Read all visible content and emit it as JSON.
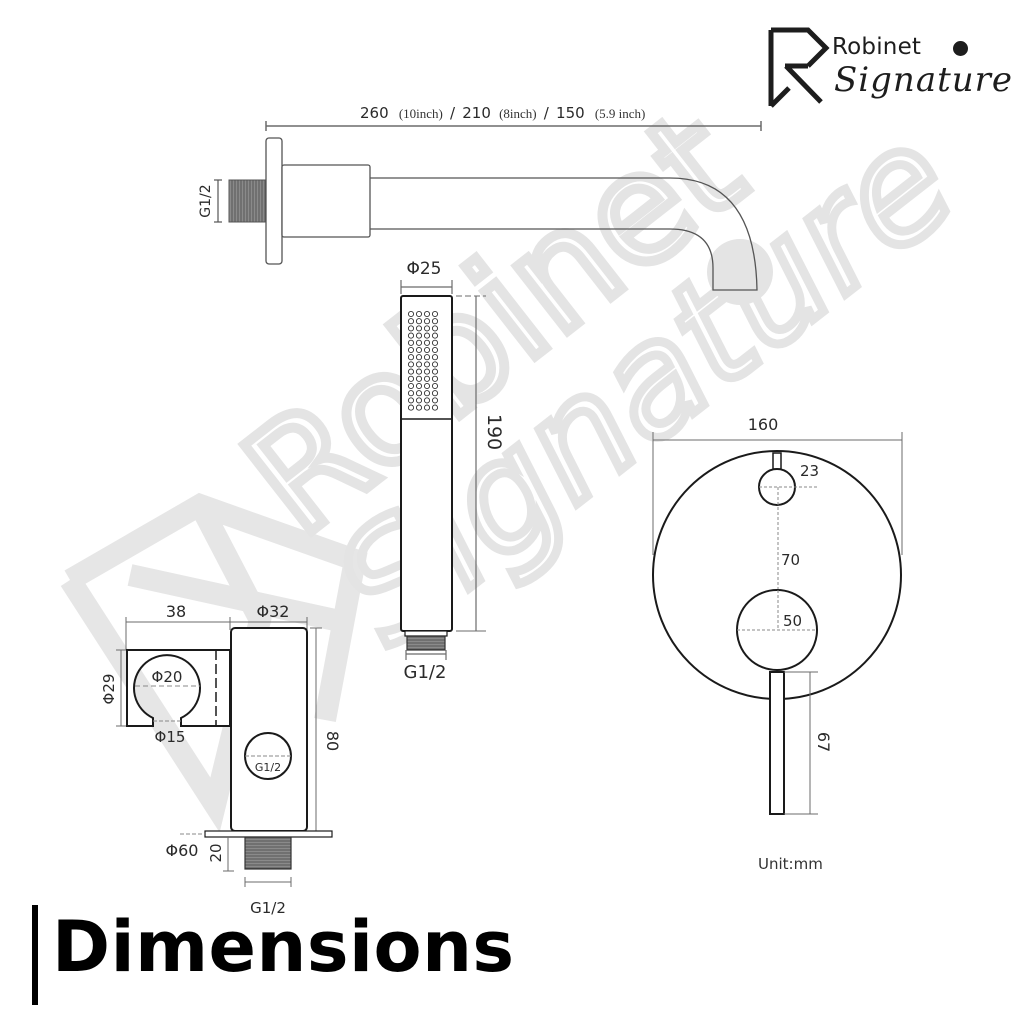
{
  "logo": {
    "brand": "Robinet",
    "sub": "Signature",
    "icon": "robinet-r-logo-icon"
  },
  "watermark": {
    "line1": "Robinet",
    "line2": "Signature"
  },
  "spout": {
    "length_label": "260",
    "length_label_imperial_1": "(10inch)",
    "sep1": "/",
    "length_label_2": "210",
    "length_label_imperial_2": "(8inch)",
    "sep2": "/",
    "length_label_3": "150",
    "length_label_imperial_3": "(5.9 inch)",
    "thread_label": "G1/2"
  },
  "hand_shower": {
    "diameter_label": "Φ25",
    "length_label": "190",
    "thread_label": "G1/2"
  },
  "holder": {
    "width_label": "38",
    "outlet_diameter_label": "Φ32",
    "cradle_height_label": "Φ29",
    "cradle_diameter_label": "Φ20",
    "cradle_opening_label": "Φ15",
    "outlet_thread_label": "G1/2",
    "height_label": "80",
    "flange_label": "Φ60",
    "thread_length_label": "20",
    "bottom_thread_label": "G1/2"
  },
  "mixer": {
    "plate_diameter_label": "160",
    "diverter_diameter_label": "23",
    "center_distance_label": "70",
    "handle_hub_label": "50",
    "lever_length_label": "67"
  },
  "unit_label": "Unit:mm",
  "title": "Dimensions",
  "colors": {
    "line": "#1a1a1a",
    "dim_line": "#6b6b6b",
    "watermark": "#e4e4e4",
    "title": "#000000"
  }
}
